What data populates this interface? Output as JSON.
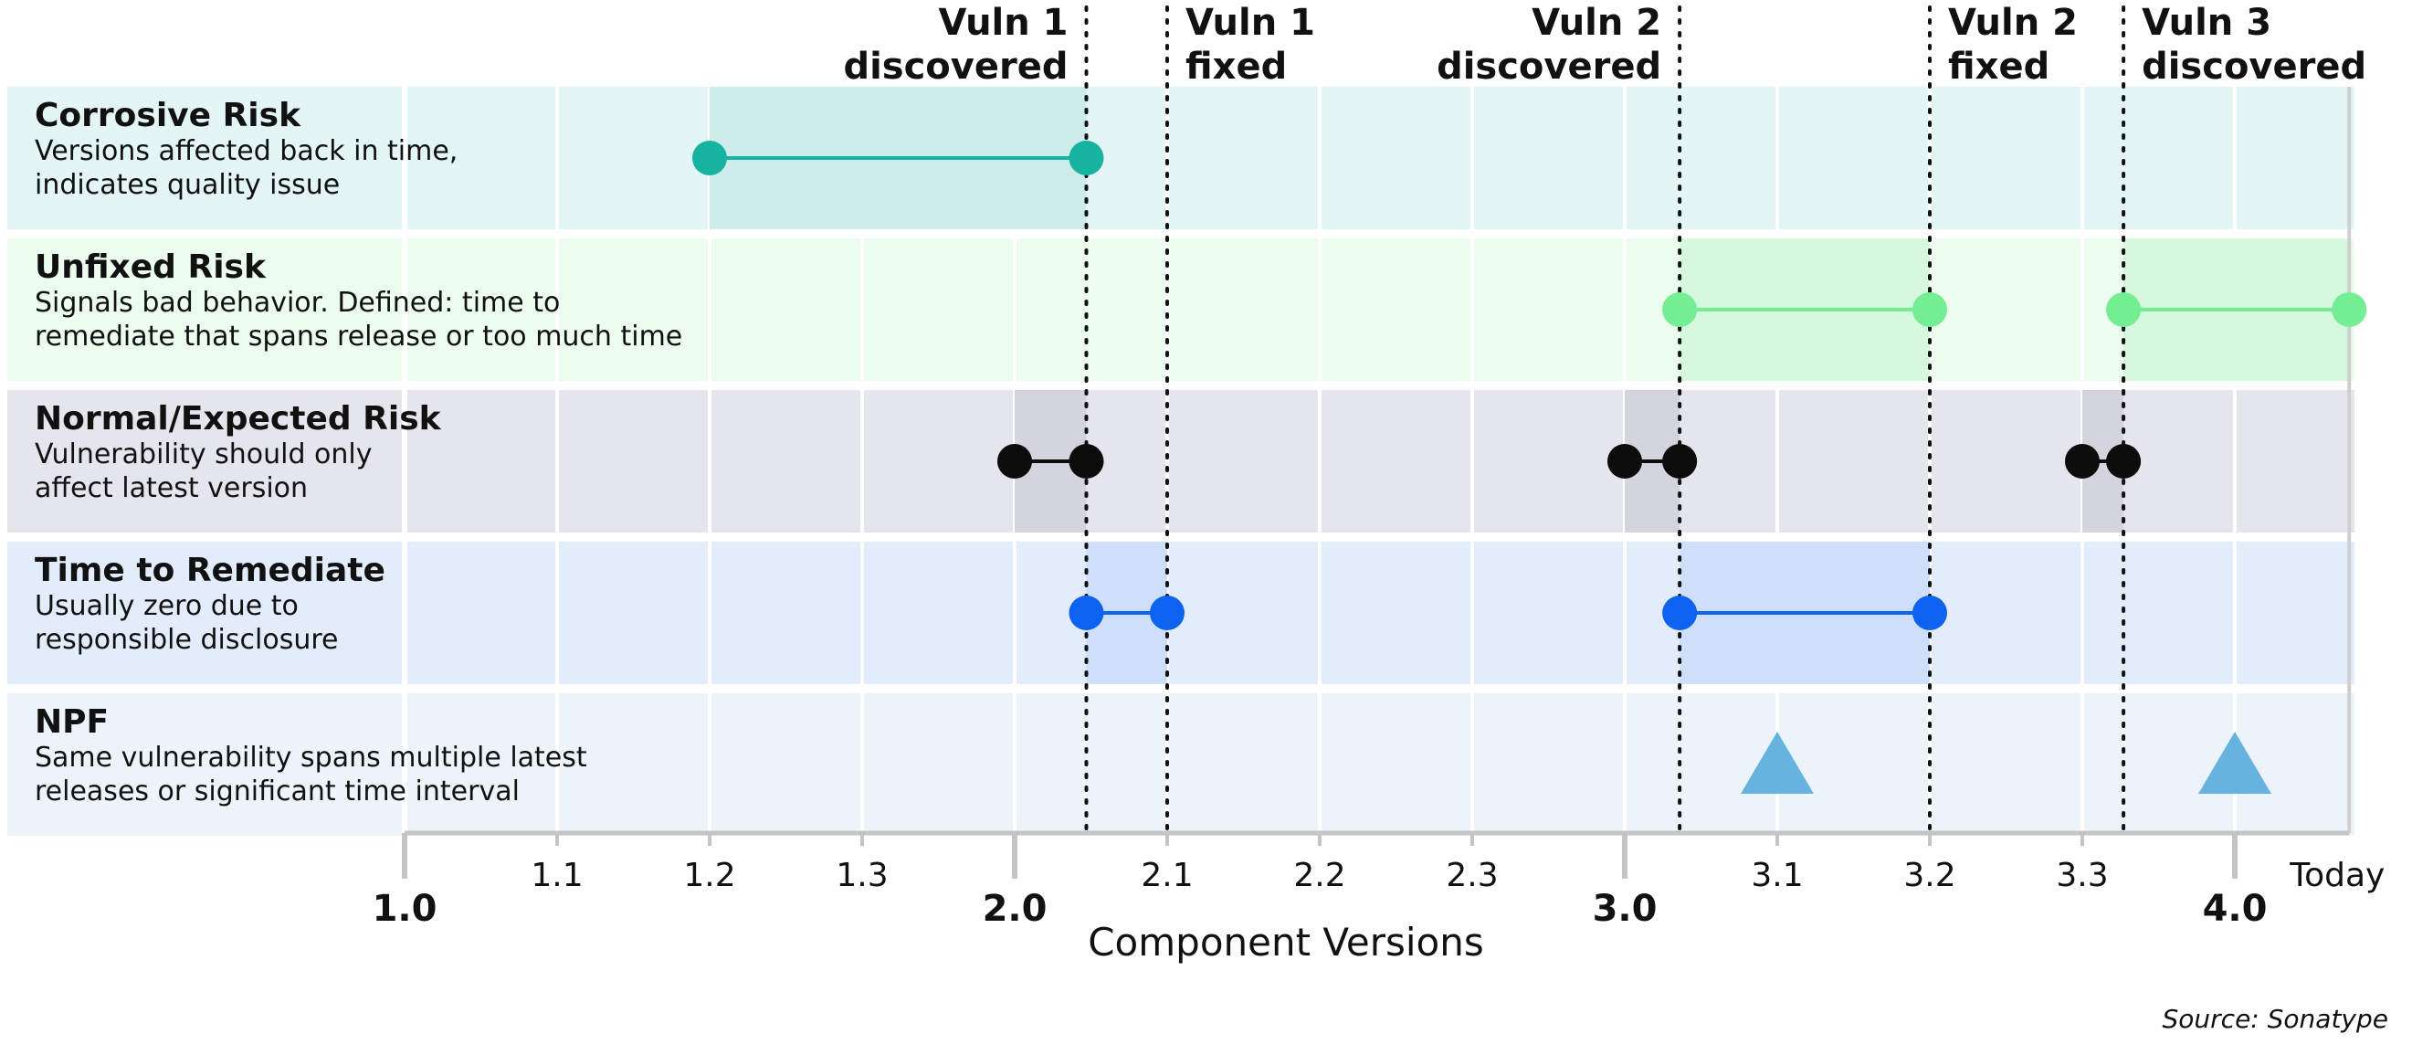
{
  "chart_data": {
    "type": "timeline",
    "xlabel": "Component Versions",
    "source": "Source: Sonatype",
    "x_ticks": [
      {
        "v": 0,
        "label": "1.0",
        "major": true
      },
      {
        "v": 1,
        "label": "1.1",
        "major": false
      },
      {
        "v": 2,
        "label": "1.2",
        "major": false
      },
      {
        "v": 3,
        "label": "1.3",
        "major": false
      },
      {
        "v": 4,
        "label": "2.0",
        "major": true
      },
      {
        "v": 5,
        "label": "2.1",
        "major": false
      },
      {
        "v": 6,
        "label": "2.2",
        "major": false
      },
      {
        "v": 7,
        "label": "2.3",
        "major": false
      },
      {
        "v": 8,
        "label": "3.0",
        "major": true
      },
      {
        "v": 9,
        "label": "3.1",
        "major": false
      },
      {
        "v": 10,
        "label": "3.2",
        "major": false
      },
      {
        "v": 11,
        "label": "3.3",
        "major": false
      },
      {
        "v": 12,
        "label": "4.0",
        "major": true
      },
      {
        "v": 12.75,
        "label": "Today",
        "major": false
      }
    ],
    "events": [
      {
        "line1": "Vuln 1",
        "line2": "discovered",
        "at": 4.47,
        "anchor": "end"
      },
      {
        "line1": "Vuln 1",
        "line2": "fixed",
        "at": 5,
        "anchor": "start"
      },
      {
        "line1": "Vuln 2",
        "line2": "discovered",
        "at": 8.36,
        "anchor": "end"
      },
      {
        "line1": "Vuln 2",
        "line2": "fixed",
        "at": 10,
        "anchor": "start"
      },
      {
        "line1": "Vuln 3",
        "line2": "discovered",
        "at": 11.27,
        "anchor": "start"
      }
    ],
    "rows": [
      {
        "title": "Corrosive Risk",
        "desc": [
          "Versions affected back in time,",
          "indicates quality issue"
        ],
        "bg": "#e3f5f4",
        "shade": "#cdecea",
        "color": "#16b3a1",
        "ranges": [
          [
            2,
            4.47
          ]
        ],
        "markers": []
      },
      {
        "title": "Unfixed Risk",
        "desc": [
          "Signals bad behavior. Defined: time to",
          "remediate that spans release or too much time"
        ],
        "bg": "#ecfcef",
        "shade": "#d6f8de",
        "color": "#74ee93",
        "ranges": [
          [
            8.36,
            10
          ],
          [
            11.27,
            12.75
          ]
        ],
        "markers": []
      },
      {
        "title": "Normal/Expected Risk",
        "desc": [
          "Vulnerability should only",
          "affect latest version"
        ],
        "bg": "#e5e6ed",
        "shade": "#d3d4de",
        "color": "#0c0c0c",
        "ranges": [
          [
            4,
            4.47
          ],
          [
            8,
            8.36
          ],
          [
            11,
            11.27
          ]
        ],
        "markers": []
      },
      {
        "title": "Time to Remediate",
        "desc": [
          "Usually zero due to",
          "responsible disclosure"
        ],
        "bg": "#e2ecfb",
        "shade": "#cddffa",
        "color": "#0d63ef",
        "ranges": [
          [
            4.47,
            5
          ],
          [
            8.36,
            10
          ]
        ],
        "markers": []
      },
      {
        "title": "NPF",
        "desc": [
          "Same vulnerability spans multiple latest",
          "releases or significant time interval"
        ],
        "bg": "#edf4f9",
        "shade": "#edf4f9",
        "color": "#67b3e0",
        "ranges": [],
        "markers": [
          9,
          12
        ]
      }
    ]
  }
}
